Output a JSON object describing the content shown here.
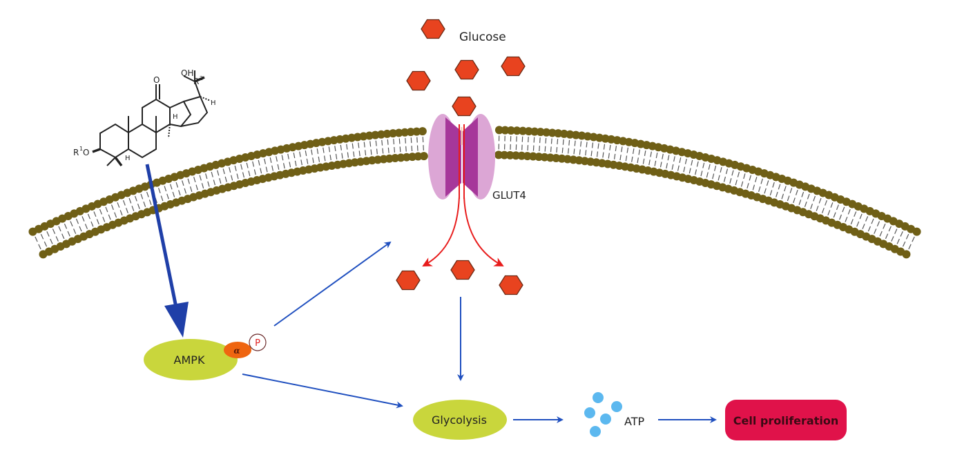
{
  "labels": {
    "glucose": "Glucose",
    "glut4": "GLUT4",
    "ampk": "AMPK",
    "alpha": "α",
    "phospho": "P",
    "glycolysis": "Glycolysis",
    "atp": "ATP",
    "cell_proliferation": "Cell proliferation"
  },
  "molecule": {
    "r1": "R",
    "r1_sup": "1",
    "o_left": "O",
    "ketone_o": "O",
    "oh": "OH",
    "r2": "R",
    "r2_sup": "2",
    "h_labels": [
      "H",
      "H",
      "H"
    ]
  },
  "colors": {
    "glucose": "#e8431f",
    "glucose_stroke": "#6b2a15",
    "membrane_head": "#6f5f16",
    "glut4_light": "#dca6d5",
    "glut4_dark": "#a6379a",
    "arrow_blue": "#1f4fbf",
    "arrow_thick": "#1f3fa8",
    "arrow_red": "#e81c1c",
    "node_green": "#c9d63c",
    "alpha_orange": "#ef6510",
    "atp_blue": "#5cb8ef",
    "prolif_red": "#e0124a"
  }
}
